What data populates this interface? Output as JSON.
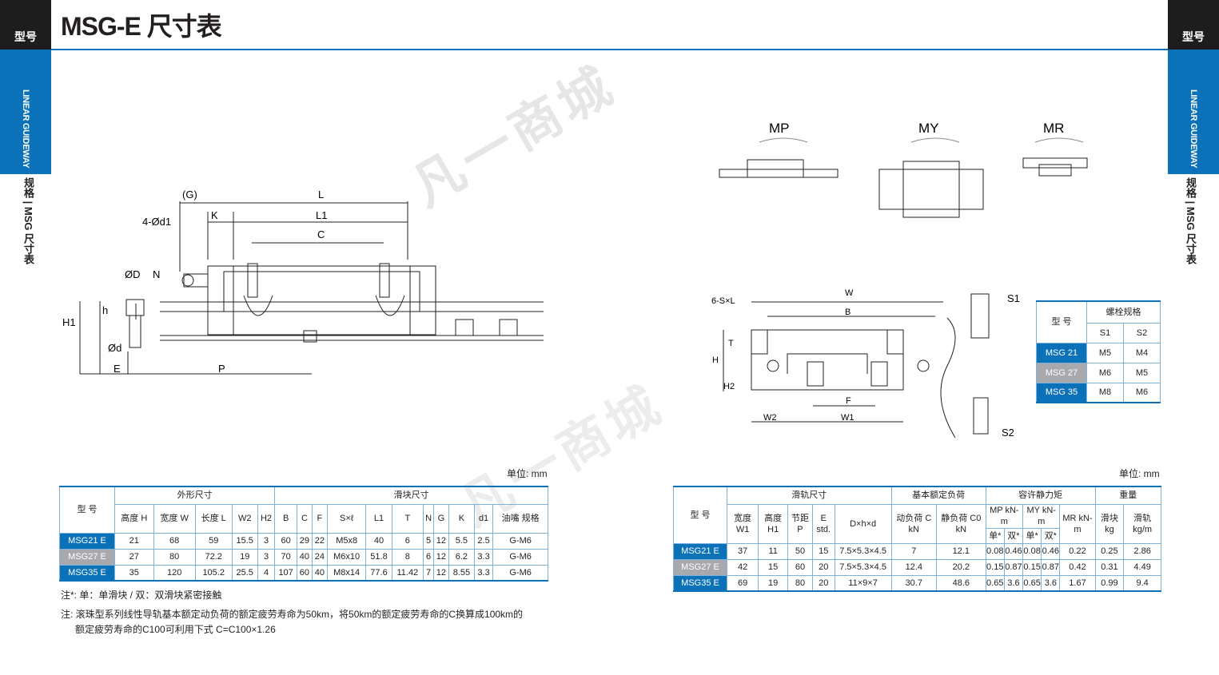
{
  "header": {
    "title": "MSG-E 尺寸表",
    "corner_label": "型号"
  },
  "side": {
    "vertical_label": "LINEAR GUIDEWAY",
    "category": "规格 | MSG 尺寸表"
  },
  "watermark": "凡一商城",
  "diagram_labels": {
    "side_view": [
      "(G)",
      "L",
      "L1",
      "C",
      "K",
      "4-Ød1",
      "ØD",
      "N",
      "h",
      "H1",
      "Ød",
      "E",
      "P"
    ],
    "moments": [
      "MP",
      "MY",
      "MR"
    ],
    "front_view": [
      "6-S×L",
      "W",
      "B",
      "T",
      "H",
      "H2",
      "F",
      "W2",
      "W1",
      "S1",
      "S2"
    ]
  },
  "bolt_table": {
    "col_model": "型 号",
    "col_group": "螺栓规格",
    "col_s1": "S1",
    "col_s2": "S2",
    "rows": [
      {
        "model": "MSG 21",
        "s1": "M5",
        "s2": "M4",
        "style": "blue"
      },
      {
        "model": "MSG 27",
        "s1": "M6",
        "s2": "M5",
        "style": "gray"
      },
      {
        "model": "MSG 35",
        "s1": "M8",
        "s2": "M6",
        "style": "blue"
      }
    ]
  },
  "left_table": {
    "unit": "单位: mm",
    "groups": {
      "model": "型 号",
      "outer": "外形尺寸",
      "block": "滑块尺寸"
    },
    "headers": [
      "高度 H",
      "宽度 W",
      "长度 L",
      "W2",
      "H2",
      "B",
      "C",
      "F",
      "S×ℓ",
      "L1",
      "T",
      "N",
      "G",
      "K",
      "d1",
      "油嘴 规格"
    ],
    "rows": [
      {
        "model": "MSG21 E",
        "style": "blue",
        "cells": [
          "21",
          "68",
          "59",
          "15.5",
          "3",
          "60",
          "29",
          "22",
          "M5x8",
          "40",
          "6",
          "5",
          "12",
          "5.5",
          "2.5",
          "G-M6"
        ]
      },
      {
        "model": "MSG27 E",
        "style": "gray",
        "cells": [
          "27",
          "80",
          "72.2",
          "19",
          "3",
          "70",
          "40",
          "24",
          "M6x10",
          "51.8",
          "8",
          "6",
          "12",
          "6.2",
          "3.3",
          "G-M6"
        ]
      },
      {
        "model": "MSG35 E",
        "style": "blue",
        "cells": [
          "35",
          "120",
          "105.2",
          "25.5",
          "4",
          "107",
          "60",
          "40",
          "M8x14",
          "77.6",
          "11.42",
          "7",
          "12",
          "8.55",
          "3.3",
          "G-M6"
        ]
      }
    ]
  },
  "right_table": {
    "unit": "单位: mm",
    "groups": {
      "model": "型 号",
      "rail": "滑轨尺寸",
      "load": "基本额定负荷",
      "static": "容许静力矩",
      "weight": "重量"
    },
    "headers": {
      "w1": "宽度 W1",
      "h1": "高度 H1",
      "p": "节距 P",
      "e": "E std.",
      "dhd": "D×h×d",
      "c": "动负荷 C kN",
      "c0": "静负荷 C0 kN",
      "mp": "MP kN-m",
      "my": "MY kN-m",
      "mr": "MR kN-m",
      "single": "单*",
      "double": "双*",
      "block": "滑块 kg",
      "rail_w": "滑轨 kg/m"
    },
    "rows": [
      {
        "model": "MSG21 E",
        "style": "blue",
        "cells": [
          "37",
          "11",
          "50",
          "15",
          "7.5×5.3×4.5",
          "7",
          "12.1",
          "0.08",
          "0.46",
          "0.08",
          "0.46",
          "0.22",
          "0.25",
          "2.86"
        ]
      },
      {
        "model": "MSG27 E",
        "style": "gray",
        "cells": [
          "42",
          "15",
          "60",
          "20",
          "7.5×5.3×4.5",
          "12.4",
          "20.2",
          "0.15",
          "0.87",
          "0.15",
          "0.87",
          "0.42",
          "0.31",
          "4.49"
        ]
      },
      {
        "model": "MSG35 E",
        "style": "blue",
        "cells": [
          "69",
          "19",
          "80",
          "20",
          "11×9×7",
          "30.7",
          "48.6",
          "0.65",
          "3.6",
          "0.65",
          "3.6",
          "1.67",
          "0.99",
          "9.4"
        ]
      }
    ]
  },
  "notes": {
    "note1": "注*: 单：单滑块 / 双：双滑块紧密接触",
    "note2_line1": "注: 滚珠型系列线性导轨基本额定动负荷的额定疲劳寿命为50km，将50km的额定疲劳寿命的C换算成100km的",
    "note2_line2": "额定疲劳寿命的C100可利用下式 C=C100×1.26"
  }
}
